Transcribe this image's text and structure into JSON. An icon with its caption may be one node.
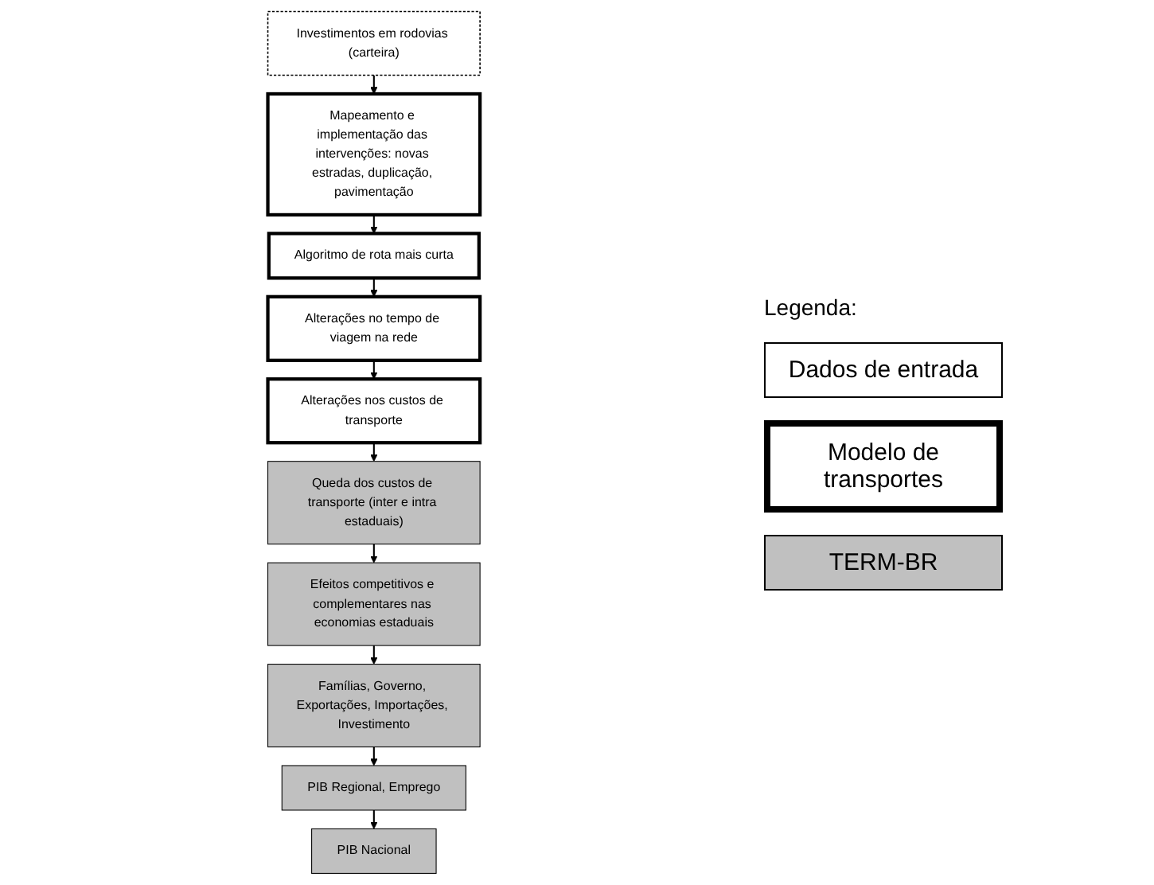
{
  "diagram": {
    "nodes": [
      {
        "text": [
          "Investimentos em rodovias (carteira)"
        ]
      },
      {
        "text": [
          "Mapeamento e implementação das intervenções: novas estradas, duplicação, pavimentação"
        ]
      },
      {
        "text": [
          "Algoritmo de rota mais curta"
        ]
      },
      {
        "text": [
          "Alterações no tempo de viagem na rede"
        ]
      },
      {
        "text": [
          "Alterações nos custos de transporte"
        ]
      },
      {
        "text": [
          "Queda dos custos de transporte (inter e intra estaduais)"
        ]
      },
      {
        "text": [
          "Efeitos competitivos e complementares nas economias estaduais"
        ]
      },
      {
        "text": [
          "Famílias, Governo, Exportações, Importações, Investimento"
        ]
      },
      {
        "text": [
          "PIB Regional, Emprego"
        ]
      },
      {
        "text": [
          "PIB Nacional"
        ]
      }
    ],
    "edges": [
      {
        "from": 0,
        "to": 1,
        "arrow": "to"
      },
      {
        "from": 1,
        "to": 2,
        "arrow": "to"
      },
      {
        "from": 2,
        "to": 3,
        "arrow": "to"
      },
      {
        "from": 3,
        "to": 4,
        "arrow": "to"
      },
      {
        "from": 4,
        "to": 5,
        "arrow": "to"
      },
      {
        "from": 5,
        "to": 6,
        "arrow": "to"
      },
      {
        "from": 6,
        "to": 7,
        "arrow": "to"
      },
      {
        "from": 7,
        "to": 8,
        "arrow": "to"
      },
      {
        "from": 8,
        "to": 9,
        "arrow": "to"
      }
    ],
    "labels": [
      "Legenda:"
    ],
    "legend": [
      {
        "text": "Dados de entrada"
      },
      {
        "text": "Modelo de transportes"
      },
      {
        "text": "TERM-BR",
        "color": "#c0c0c0"
      }
    ]
  }
}
